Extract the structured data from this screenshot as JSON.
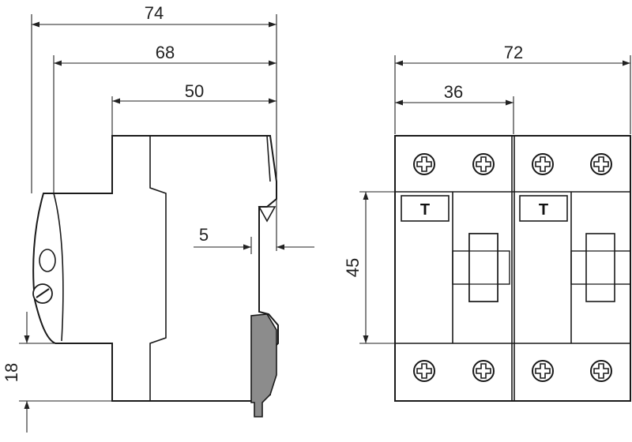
{
  "dimensions": {
    "overall_depth": "74",
    "front_depth": "68",
    "body_depth": "50",
    "clip_offset": "5",
    "terminal_height": "18",
    "total_width": "72",
    "module_width": "36",
    "front_height": "45"
  },
  "modules": [
    {
      "test_button_label": "T"
    },
    {
      "test_button_label": "T"
    }
  ],
  "colors": {
    "line": "#1a1a1a",
    "din_clip": "#8c8c8c",
    "background": "#ffffff"
  },
  "icons": [
    "terminal-screw-icon",
    "arrowhead-icon"
  ]
}
